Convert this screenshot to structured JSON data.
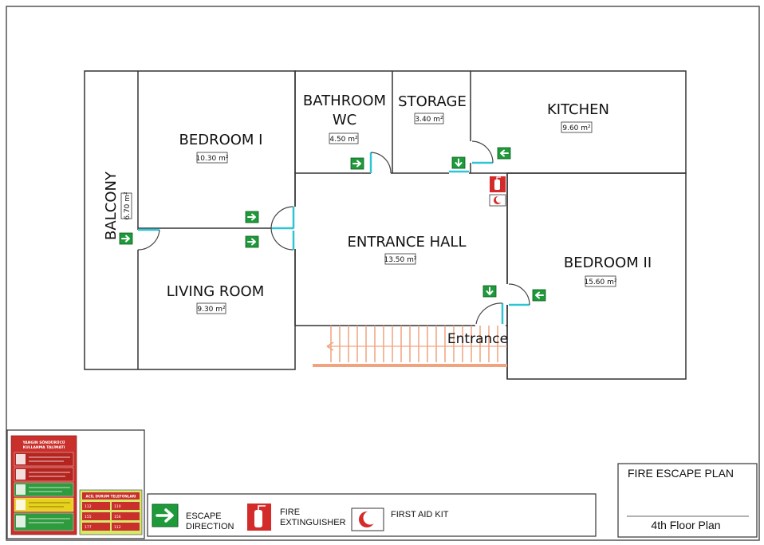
{
  "rooms": {
    "balcony": {
      "name": "BALCONY",
      "area": "6.70 m²"
    },
    "bedroom1": {
      "name": "BEDROOM I",
      "area": "10.30 m²"
    },
    "bathroom": {
      "name_line1": "BATHROOM",
      "name_line2": "WC",
      "area": "4.50 m²"
    },
    "storage": {
      "name": "STORAGE",
      "area": "3.40 m²"
    },
    "kitchen": {
      "name": "KITCHEN",
      "area": "9.60 m²"
    },
    "entrance_hall": {
      "name": "ENTRANCE HALL",
      "area": "13.50 m²"
    },
    "bedroom2": {
      "name": "BEDROOM II",
      "area": "15.60 m²"
    },
    "living_room": {
      "name": "LIVING ROOM",
      "area": "9.30 m²"
    }
  },
  "entrance_label": "Entrance",
  "legend": {
    "escape_line1": "ESCAPE",
    "escape_line2": "DIRECTION",
    "fire_line1": "FIRE",
    "fire_line2": "EXTINGUISHER",
    "first_aid": "FIRST AID KIT"
  },
  "title_block": {
    "title": "FIRE ESCAPE PLAN",
    "subtitle": "4th Floor Plan"
  },
  "signage": {
    "instruction_title_line1": "YANGIN SÖNDÜRÜCÜ",
    "instruction_title_line2": "KULLANMA TALİMATI",
    "emergency_title": "ACİL DURUM TELEFONLARI",
    "phones": [
      "112",
      "110",
      "155",
      "156",
      "177",
      "112"
    ]
  },
  "colors": {
    "wall": "#333333",
    "door": "#2ec4d6",
    "exit_green": "#1f9a3a",
    "stair": "#f0a37f",
    "fire_red": "#d32a2a"
  },
  "icons": {
    "escape": "arrow-right-icon",
    "fire": "fire-extinguisher-icon",
    "first_aid": "crescent-icon"
  }
}
